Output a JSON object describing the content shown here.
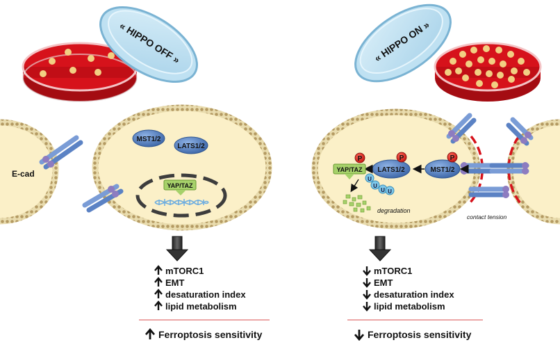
{
  "left_panel": {
    "dish_label": "« HIPPO OFF »",
    "ecad_label": "E-cad",
    "mst": "MST1/2",
    "lats": "LATS1/2",
    "yap_taz": "YAP/TAZ",
    "outcomes": [
      {
        "arrow": "up",
        "text": "mTORC1"
      },
      {
        "arrow": "up",
        "text": "EMT"
      },
      {
        "arrow": "up",
        "text": "desaturation index"
      },
      {
        "arrow": "up",
        "text": "lipid metabolism"
      }
    ],
    "final": {
      "arrow": "up",
      "text": "Ferroptosis sensitivity"
    }
  },
  "right_panel": {
    "dish_label": "« HIPPO ON »",
    "mst": "MST1/2",
    "lats": "LATS1/2",
    "yap_taz": "YAP/TAZ",
    "phospho": "P",
    "ubiquitin": "U",
    "degradation_label": "degradation",
    "contact_label": "contact tension",
    "outcomes": [
      {
        "arrow": "down",
        "text": "mTORC1"
      },
      {
        "arrow": "down",
        "text": "EMT"
      },
      {
        "arrow": "down",
        "text": "desaturation index"
      },
      {
        "arrow": "down",
        "text": "lipid metabolism"
      }
    ],
    "final": {
      "arrow": "down",
      "text": "Ferroptosis sensitivity"
    }
  },
  "colors": {
    "dish_red": "#d6121b",
    "cell_fill": "#fbf0c8",
    "membrane": "#b9a06c",
    "protein_blue": "#4a78b5",
    "yap_green": "#a6d16a",
    "phospho_red": "#e0201b",
    "contact_red": "#d6121b",
    "divider": "#e07070"
  }
}
